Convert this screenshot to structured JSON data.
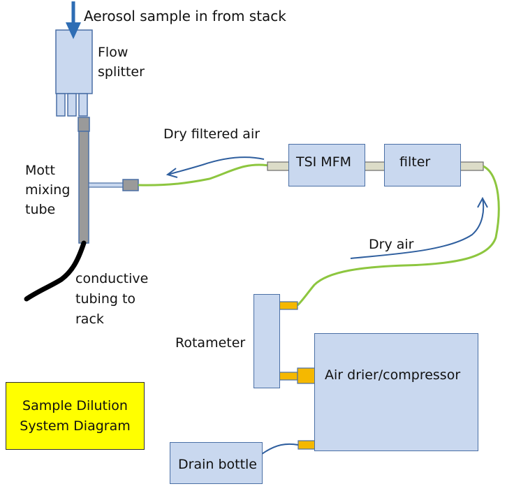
{
  "labels": {
    "aerosol_in": "Aerosol sample in from stack",
    "flow_splitter_line1": "Flow",
    "flow_splitter_line2": "splitter",
    "dry_filtered_air": "Dry filtered air",
    "mott_line1": "Mott",
    "mott_line2": "mixing",
    "mott_line3": "tube",
    "conductive_line1": "conductive",
    "conductive_line2": "tubing to",
    "conductive_line3": "rack",
    "dry_air": "Dry air",
    "rotameter": "Rotameter"
  },
  "boxes": {
    "tsi_mfm": "TSI MFM",
    "filter": "filter",
    "air_drier": "Air drier/compressor",
    "drain_bottle": "Drain bottle"
  },
  "title": {
    "line1": "Sample Dilution",
    "line2": "System Diagram"
  },
  "colors": {
    "box_fill": "#c9d8ef",
    "box_border": "#4a6fa5",
    "green_tube": "#8dc63f",
    "blue_arrow": "#2e5e9e",
    "orange_fitting": "#f5b800",
    "gray_tube": "#999999",
    "title_fill": "#ffff00"
  }
}
